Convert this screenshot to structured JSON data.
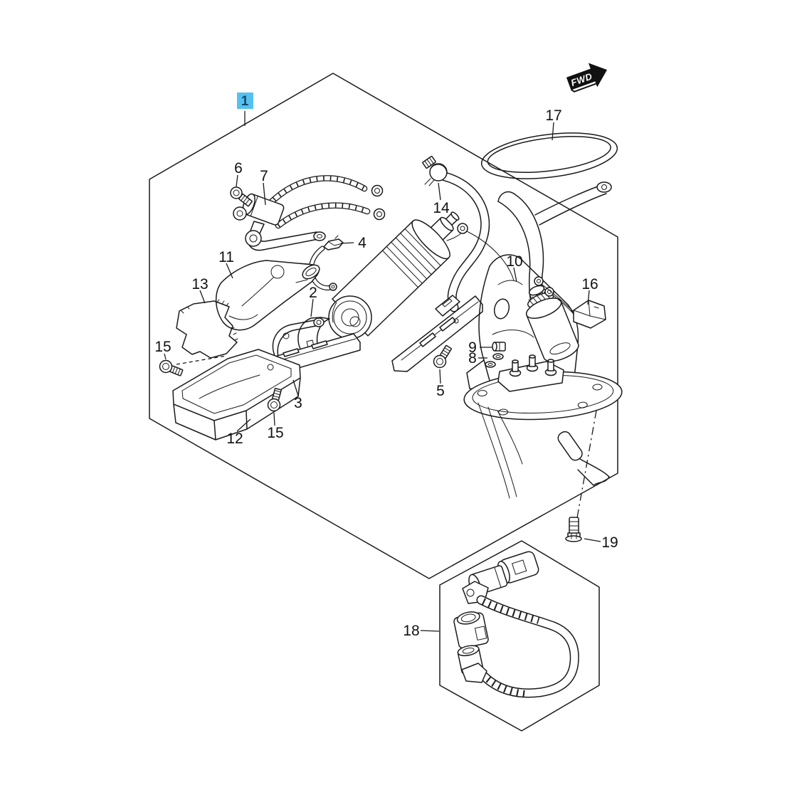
{
  "diagram": {
    "kind": "fuel-pump-exploded-parts-diagram",
    "background_color": "#ffffff",
    "line_color": "#1a1a1a",
    "fwd_arrow_label": "FWD",
    "highlight": {
      "selected_callout": "1",
      "box_color": "#55c1ee",
      "text_color": "#14496e"
    },
    "callouts": {
      "1": "1",
      "2": "2",
      "3": "3",
      "4": "4",
      "5": "5",
      "6": "6",
      "7": "7",
      "8": "8",
      "9": "9",
      "10": "10",
      "11": "11",
      "12": "12",
      "13": "13",
      "14": "14",
      "15_left": "15",
      "15_right": "15",
      "16": "16",
      "17": "17",
      "18": "18",
      "19": "19"
    }
  }
}
